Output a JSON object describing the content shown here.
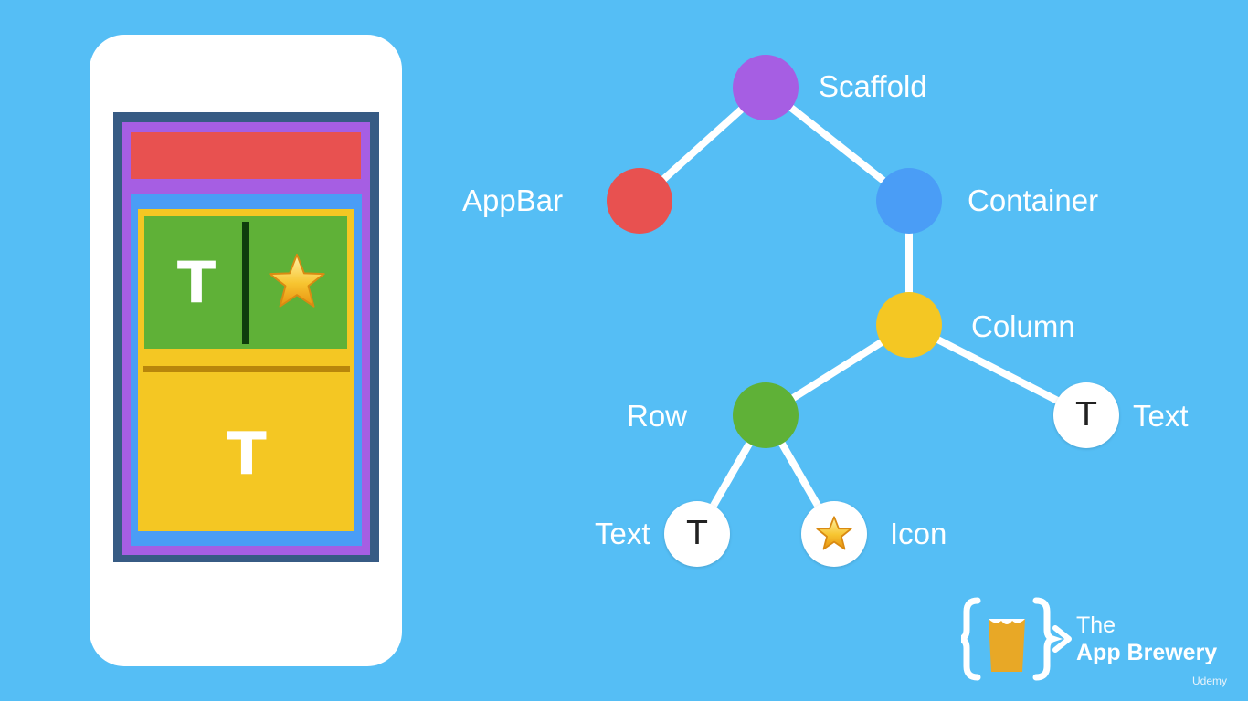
{
  "colors": {
    "background": "#55bef5",
    "scaffold": "#a65ee3",
    "appbar": "#e85150",
    "container": "#4a9df6",
    "column": "#f4c723",
    "row": "#5fb137",
    "leaf": "#ffffff"
  },
  "mockup": {
    "row_text_glyph": "T",
    "column_text_glyph": "T",
    "row_icon": "star-icon"
  },
  "tree": {
    "scaffold": "Scaffold",
    "appbar": "AppBar",
    "container": "Container",
    "column": "Column",
    "row": "Row",
    "column_text": "Text",
    "row_text": "Text",
    "row_icon": "Icon",
    "text_glyph": "T"
  },
  "logo": {
    "the": "The",
    "brand": "App Brewery"
  },
  "watermark": "Udemy"
}
